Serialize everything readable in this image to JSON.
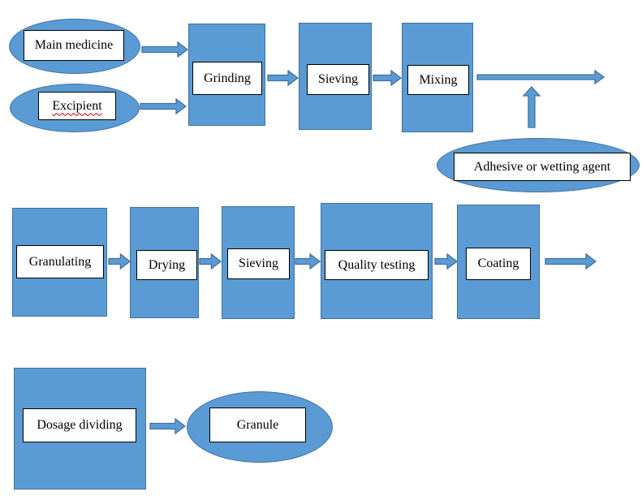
{
  "diagram": {
    "row1": {
      "main_medicine": "Main medicine",
      "excipient": "Excipient",
      "grinding": "Grinding",
      "sieving": "Sieving",
      "mixing": "Mixing",
      "adhesive_or_wetting_agent": "Adhesive or wetting agent"
    },
    "row2": {
      "granulating": "Granulating",
      "drying": "Drying",
      "sieving": "Sieving",
      "quality_testing": "Quality testing",
      "coating": "Coating"
    },
    "row3": {
      "dosage_dividing": "Dosage dividing",
      "granule": "Granule"
    },
    "colors": {
      "shape_fill": "#5b9bd5",
      "shape_border": "#41719c",
      "label_background": "#ffffff",
      "label_border": "#000000",
      "text": "#000000",
      "spellcheck_underline": "#c00000"
    }
  }
}
